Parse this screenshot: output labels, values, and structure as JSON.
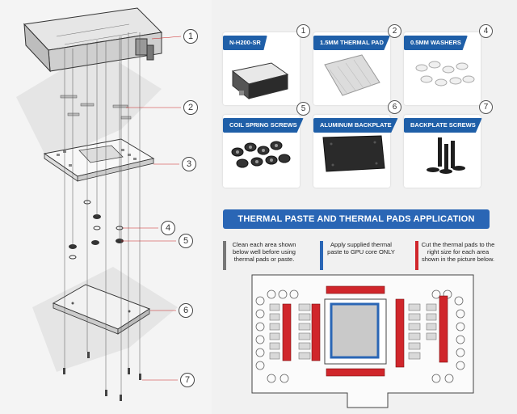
{
  "callouts": [
    "1",
    "2",
    "3",
    "4",
    "5",
    "6",
    "7"
  ],
  "cards": [
    {
      "num": "1",
      "label": "N-H200-SR"
    },
    {
      "num": "2",
      "label": "1.5MM THERMAL PAD"
    },
    {
      "num": "4",
      "label": "0.5MM WASHERS"
    },
    {
      "num": "5",
      "label": "COIL SPRING SCREWS"
    },
    {
      "num": "6",
      "label": "ALUMINUM BACKPLATE"
    },
    {
      "num": "7",
      "label": "BACKPLATE SCREWS"
    }
  ],
  "application": {
    "title": "THERMAL PASTE AND THERMAL PADS APPLICATION",
    "notes": [
      {
        "text": "Clean each area shown below well before using thermal pads or paste.",
        "color": "#777777"
      },
      {
        "text": "Apply supplied thermal paste to GPU core ONLY",
        "color": "#2a66b5"
      },
      {
        "text": "Cut the thermal pads to the right size for each area shown in the picture below.",
        "color": "#d0262b"
      }
    ]
  },
  "colors": {
    "accent": "#1f5fa8",
    "paste": "#2a66b5",
    "pad": "#d0262b"
  }
}
